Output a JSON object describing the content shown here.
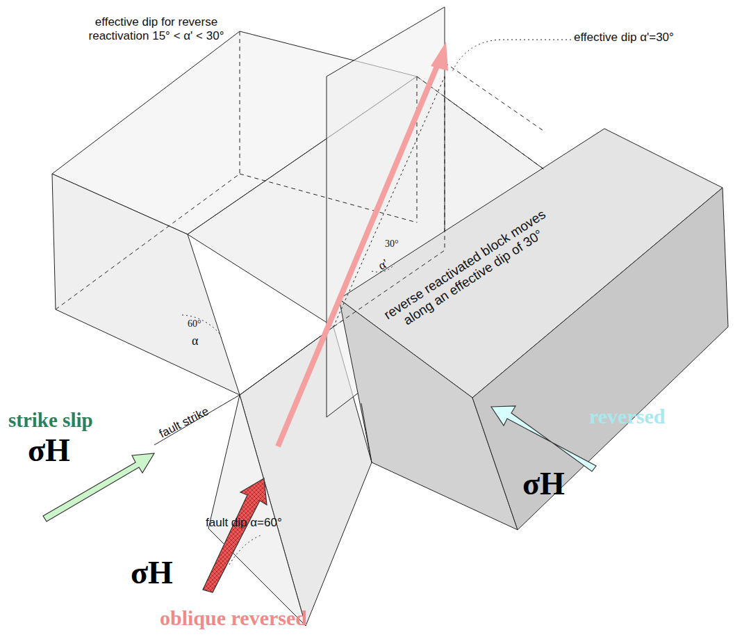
{
  "diagram": {
    "labels": [
      "effective dip for reverse reactivation 15° < α' < 30°",
      "effective dip α'=30°",
      "reverse reactivated block moves along an effective dip of 30°",
      "60°",
      "α",
      "30°",
      "α'",
      "strike slip",
      "σH",
      "fault strike",
      "σH",
      "reversed",
      "fault dip α=60°",
      "σH",
      "oblique reversed"
    ]
  }
}
